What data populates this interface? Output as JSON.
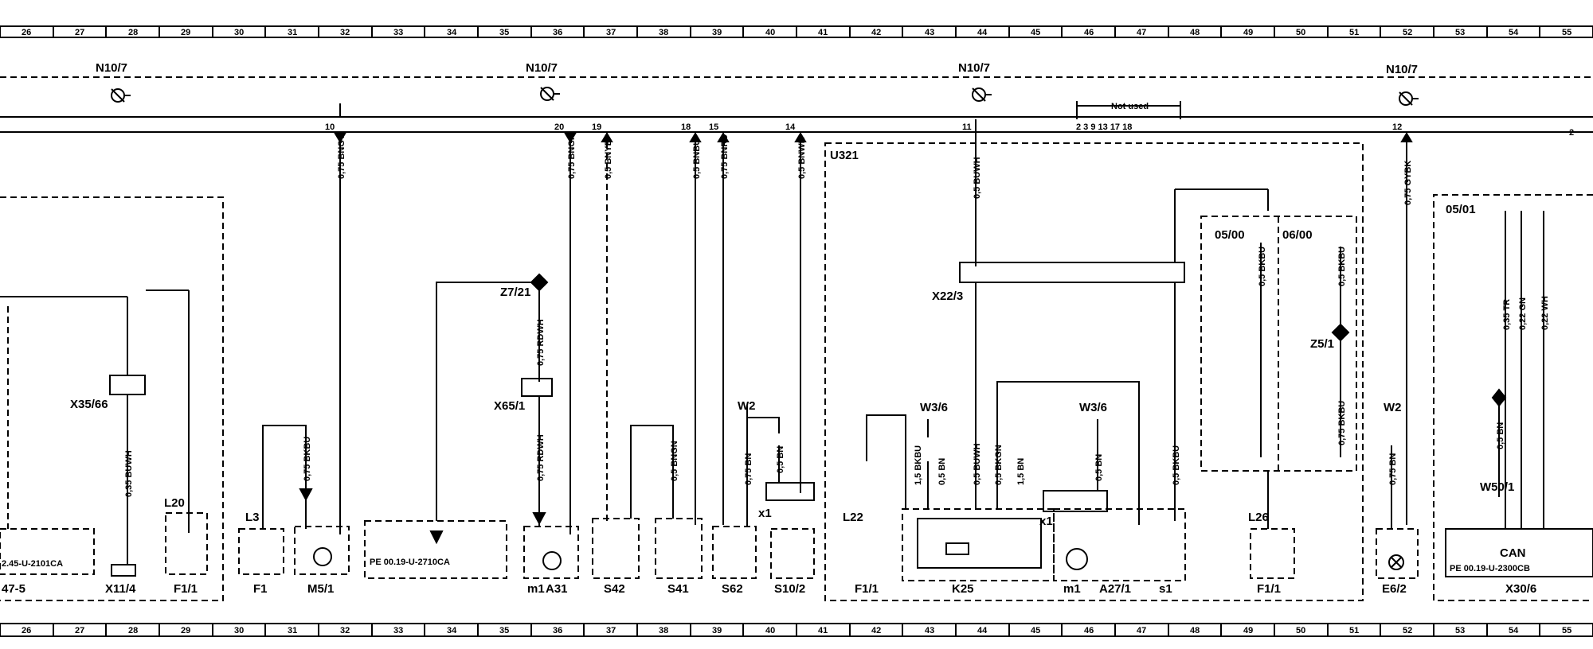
{
  "ruler": {
    "numbers": [
      "26",
      "27",
      "28",
      "29",
      "30",
      "31",
      "32",
      "33",
      "34",
      "35",
      "36",
      "37",
      "38",
      "39",
      "40",
      "41",
      "42",
      "43",
      "44",
      "45",
      "46",
      "47",
      "48",
      "49",
      "50",
      "51",
      "52",
      "53",
      "54",
      "55"
    ]
  },
  "bus": {
    "label": "N10/7",
    "not_used": "Not used",
    "not_used_pins": "2   3   9  13  17  18"
  },
  "pins": {
    "p10": "10",
    "p20": "20",
    "p19": "19",
    "p18": "18",
    "p15": "15",
    "p14": "14",
    "p11": "11",
    "p12": "12",
    "p2": "2"
  },
  "wires": {
    "bngy": "0,75 BNGY",
    "bngn": "0,75 BNGN",
    "bnye": "0,5 BNYE",
    "bnbu": "0,5 BNBU",
    "bnrd": "0,75 BNRD",
    "bnwh": "0,5 BNWH",
    "buwh_top": "0,5 BUWH",
    "gybk": "0,75 GYBK",
    "rdwh1": "0,75 RDWH",
    "rdwh2": "0,75 RDWH",
    "bkbu_m51": "0,75 BKBU",
    "bngn_s41": "0,5 BNGN",
    "bn_s62": "0,75 BN",
    "bn_s102": "0,5 BN",
    "buwh_x35": "0,35 BUWH",
    "k25_bkbu": "1,5 BKBU",
    "k25_bn1": "0,5 BN",
    "k25_buwh": "0,5 BUWH",
    "k25_bkgn": "0,5 BKGN",
    "k25_bn2": "1,5 BN",
    "a27_bn": "0,5 BN",
    "bkbu_right": "0,5 BKBU",
    "bkbu_0500": "0,5 BKBU",
    "bkbu_0600a": "0,5 BKBU",
    "bkbu_0600b": "0,75 BKBU",
    "bn_e62": "0,75 BN",
    "can_tr": "0,35 TR",
    "can_gn": "0,22 GN",
    "can_wh": "0,22 WH",
    "can_bn": "0,5 BN"
  },
  "components": {
    "x35_66": "X35/66",
    "x11_4": "X11/4",
    "f1_1_a": "F1/1",
    "l20": "L20",
    "f1": "F1",
    "l3": "L3",
    "m5_1": "M5/1",
    "pe_2710": "PE  00.19-U-2710CA",
    "pe_2101": "2.45-U-2101CA",
    "left_cut": "47-5",
    "z7_21": "Z7/21",
    "x65_1": "X65/1",
    "a31": "A31",
    "m1_a31": "m1",
    "s42": "S42",
    "s41": "S41",
    "s62": "S62",
    "s10_2": "S10/2",
    "w2_a": "W2",
    "x1_a": "x1",
    "u321": "U321",
    "x22_3": "X22/3",
    "w3_6_a": "W3/6",
    "w3_6_b": "W3/6",
    "l22": "L22",
    "f1_1_b": "F1/1",
    "k25": "K25",
    "x1_b": "x1",
    "m1_a27": "m1",
    "a27_1": "A27/1",
    "s1": "s1",
    "v0500": "05/00",
    "v0600": "06/00",
    "z5_1": "Z5/1",
    "l26": "L26",
    "f1_1_c": "F1/1",
    "w2_b": "W2",
    "e6_2": "E6/2",
    "v0501": "05/01",
    "w50_1": "W50/1",
    "can": "CAN",
    "pe_2300": "PE  00.19-U-2300CB",
    "x30_6": "X30/6"
  },
  "colors": {
    "ink": "#000000",
    "paper": "#ffffff"
  }
}
